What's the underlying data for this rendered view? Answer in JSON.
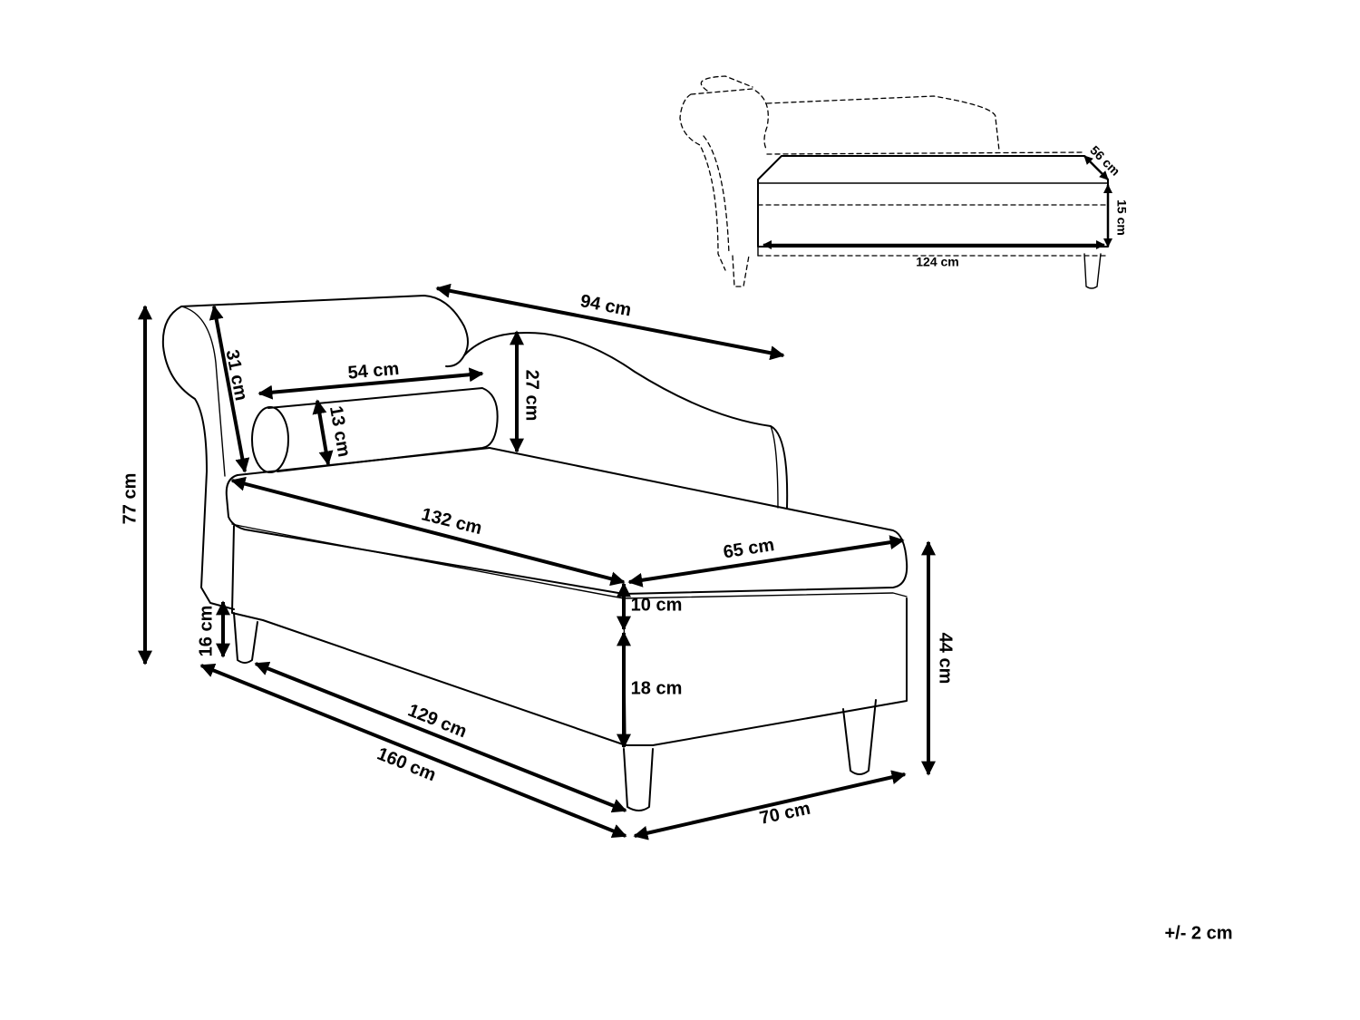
{
  "dimensions": {
    "width_backrest": "94 cm",
    "height_total": "77 cm",
    "armrest_depth": "31 cm",
    "bolster_length": "54 cm",
    "bolster_diameter": "13 cm",
    "backrest_height": "27 cm",
    "seat_length": "132 cm",
    "seat_depth": "65 cm",
    "cushion_height": "10 cm",
    "base_height": "18 cm",
    "leg_height": "16 cm",
    "overall_height_seat": "44 cm",
    "length_between_legs": "129 cm",
    "overall_length": "160 cm",
    "overall_width": "70 cm"
  },
  "storage_inset": {
    "depth": "56 cm",
    "height": "15 cm",
    "length": "124 cm"
  },
  "tolerance": "+/- 2 cm"
}
